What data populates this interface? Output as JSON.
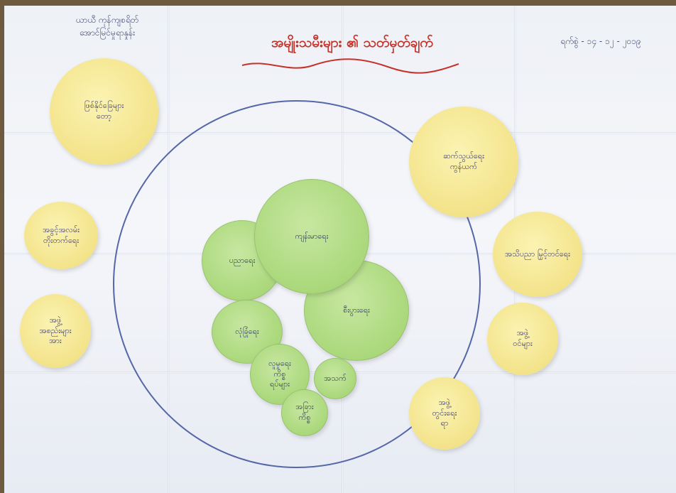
{
  "poster": {
    "title": "အမျိုးသမီးများ ၏ သတ်မှတ်ချက်",
    "top_left_note": [
      "ယာယီ ကုန်ကျစရိတ်",
      "အောင်မြင်မှုရာနှုန်း"
    ],
    "top_right_note": "ရက်စွဲ - ၁၄ - ၁၂ - ၂၀၁၉"
  },
  "notes": {
    "yellow_top_left": "ဖြစ်နိုင်ခြေများ\nတော့",
    "yellow_left_mid": "အခွင့်အလမ်း\nတိုးတက်ရေး",
    "yellow_left_low": "အဖွဲ့\nအစည်းများ\nအား",
    "yellow_right_top": "ဆက်သွယ်ရေး\nကွန်ယက်",
    "yellow_right_mid": "အသိပညာ မြှင့်တင်ရေး",
    "yellow_right_low": "အဖွဲ့\nဝင်များ",
    "yellow_right_bottom": "အဖွဲ့\nတွင်းရေး\nရာ",
    "green_big": "ကျန်းမာရေး",
    "green_left": "ပညာရေး",
    "green_right": "စီးပွားရေး",
    "green_lower_left": "လုံခြုံရေး",
    "green_small_1": "လူမှုရေး\nကိစ္စ\nရပ်များ",
    "green_small_2": "အသက်",
    "green_small_3": "အခြား\nကိစ္စ"
  }
}
